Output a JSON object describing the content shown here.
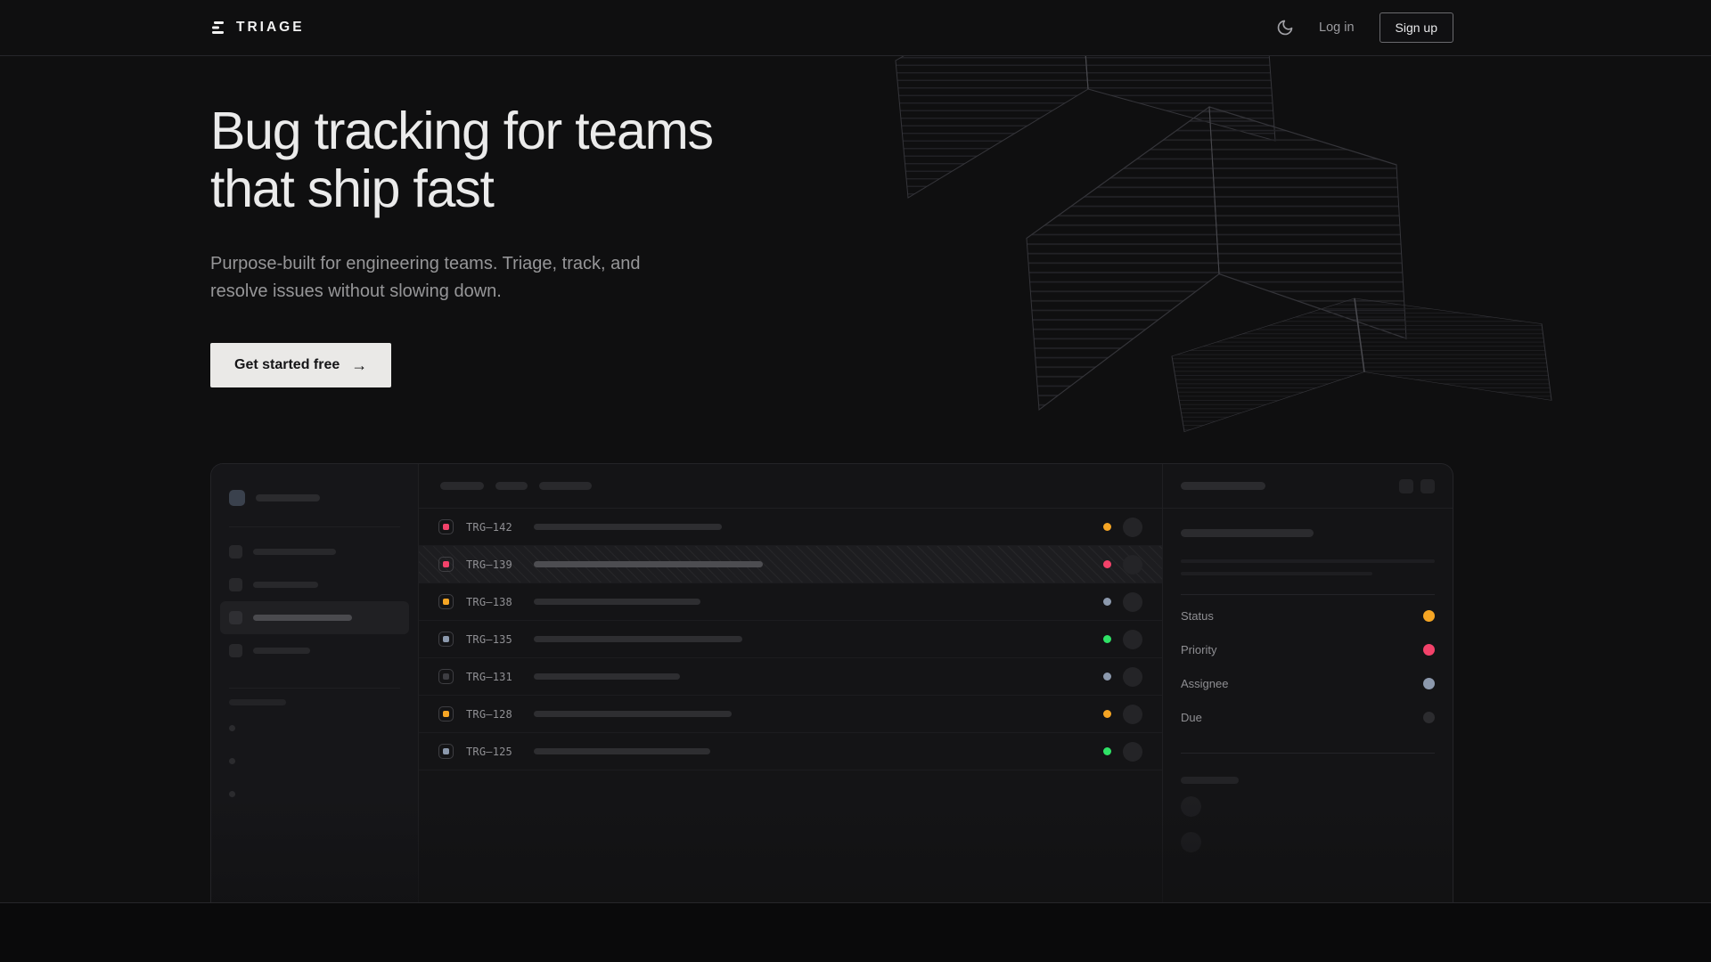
{
  "header": {
    "brand": "TRIAGE",
    "login_label": "Log in",
    "signup_label": "Sign up"
  },
  "hero": {
    "title_line1": "Bug tracking for teams",
    "title_line2": "that ship fast",
    "subtitle": "Purpose-built for engineering teams. Triage, track, and resolve issues without slowing down.",
    "cta_label": "Get started free",
    "cta_arrow": "→"
  },
  "colors": {
    "accent_amber": "#f5a524",
    "accent_rose": "#f3426a",
    "accent_slate": "#8c99ad",
    "accent_green": "#2fe266",
    "muted_dot": "#2c2c2f",
    "muted_square": "#3d3d42"
  },
  "mockup": {
    "issues": [
      {
        "id": "TRG–142",
        "priority_color": "#f3426a",
        "status_color": "#f5a524",
        "title_width": 211,
        "highlighted": false
      },
      {
        "id": "TRG–139",
        "priority_color": "#f3426a",
        "status_color": "#f3426a",
        "title_width": 257,
        "highlighted": true
      },
      {
        "id": "TRG–138",
        "priority_color": "#f5a524",
        "status_color": "#8c99ad",
        "title_width": 187,
        "highlighted": false
      },
      {
        "id": "TRG–135",
        "priority_color": "#8c99ad",
        "status_color": "#2fe266",
        "title_width": 234,
        "highlighted": false
      },
      {
        "id": "TRG–131",
        "priority_color": "#3d3d42",
        "status_color": "#8c99ad",
        "title_width": 164,
        "highlighted": false
      },
      {
        "id": "TRG–128",
        "priority_color": "#f5a524",
        "status_color": "#f5a524",
        "title_width": 222,
        "highlighted": false
      },
      {
        "id": "TRG–125",
        "priority_color": "#8c99ad",
        "status_color": "#2fe266",
        "title_width": 198,
        "highlighted": false
      }
    ],
    "detail": {
      "fields": [
        {
          "label": "Status",
          "color": "#f5a524"
        },
        {
          "label": "Priority",
          "color": "#f3426a"
        },
        {
          "label": "Assignee",
          "color": "#8c99ad"
        },
        {
          "label": "Due",
          "color": "#2c2c2f"
        }
      ]
    }
  }
}
